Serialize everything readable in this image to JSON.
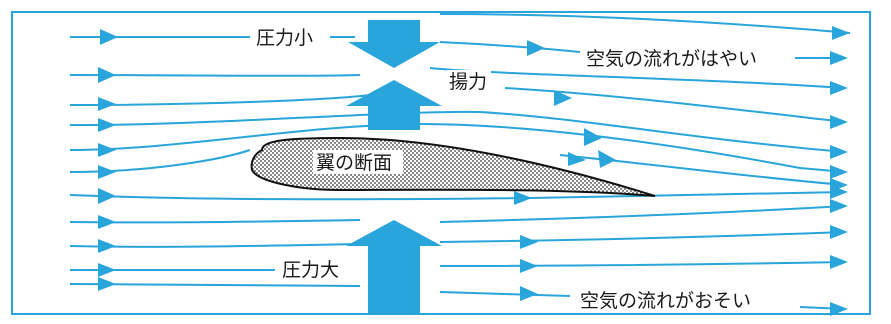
{
  "labels": {
    "pressure_low": "圧力小",
    "air_fast": "空気の流れがはやい",
    "lift": "揚力",
    "wing_section": "翼の断面",
    "pressure_high": "圧力大",
    "air_slow": "空気の流れがおそい"
  },
  "colors": {
    "streamline": "#2aa5dc",
    "arrow_fill": "#2aa5dc",
    "frame": "#2aa5dc",
    "airfoil_outline": "#111111"
  },
  "icons": {
    "down_arrow": "pressure-arrow-down-icon",
    "up_arrow": "lift-arrow-up-icon"
  }
}
